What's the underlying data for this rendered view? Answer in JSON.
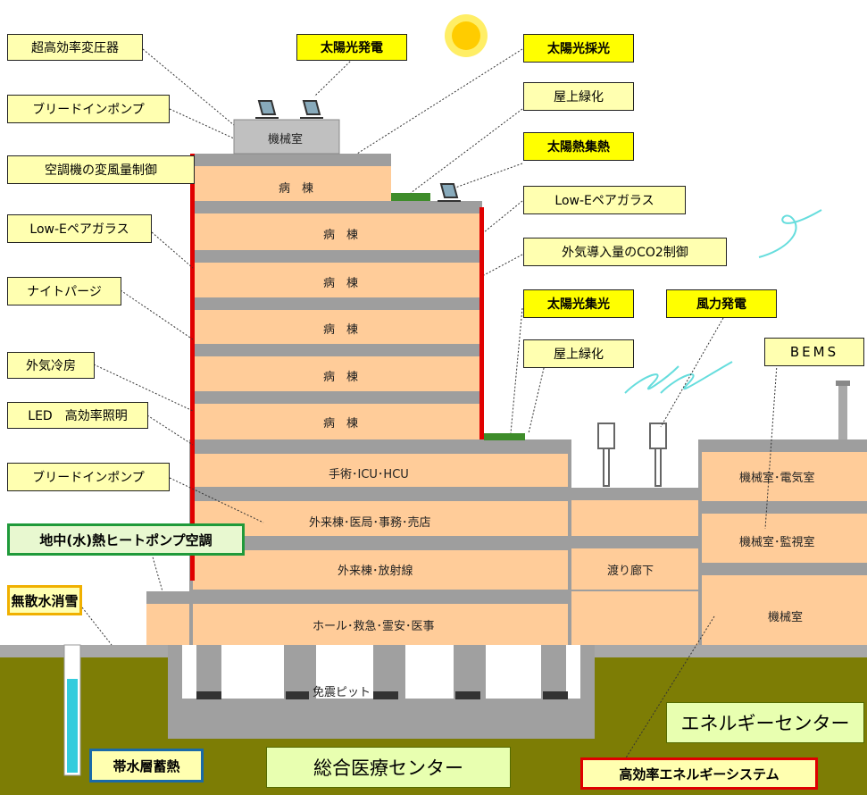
{
  "labels": {
    "transformer": "超高効率変圧器",
    "bleed_pump_top": "ブリードインポンプ",
    "vav_control": "空調機の変風量制御",
    "lowe_left": "Low-Eペアガラス",
    "night_purge": "ナイトパージ",
    "outdoor_cooling": "外気冷房",
    "led_lighting": "LED　高効率照明",
    "bleed_pump_mid": "ブリードインポンプ",
    "ground_heat_pump": "地中(水)熱ヒートポンプ空調",
    "snow_melting": "無散水消雪",
    "aquifer_storage": "帯水層蓄熱",
    "solar_power": "太陽光発電",
    "solar_daylight": "太陽光採光",
    "roof_greening_top": "屋上緑化",
    "solar_thermal": "太陽熱集熱",
    "lowe_right": "Low-Eペアガラス",
    "co2_control": "外気導入量のCO2制御",
    "solar_light_collection": "太陽光集光",
    "wind_power": "風力発電",
    "roof_greening_mid": "屋上緑化",
    "bems": "BEMS",
    "energy_center": "エネルギーセンター",
    "general_medical_center": "総合医療センター",
    "high_eff_energy_system": "高効率エネルギーシステム"
  },
  "floors": {
    "rooftop_machine": "機械室",
    "ward": "病　棟",
    "surgery": "手術･ICU･HCU",
    "outpatient_pharmacy": "外来棟･医局･事務･売店",
    "outpatient_radiology": "外来棟･放射線",
    "hall_emergency": "ホール･救急･霊安･医事",
    "corridor": "渡り廊下",
    "machine_electric": "機械室･電気室",
    "machine_monitor": "機械室･監視室",
    "machine": "機械室",
    "seismic_pit": "免震ピット"
  },
  "colors": {
    "floor_fill": "#ffcc99",
    "slab": "#9e9e9e",
    "ground": "#7d7d05",
    "glass_edge": "#e00000",
    "water": "#33ccdd",
    "label_fill": "#ffffb0",
    "label_bold_fill": "#ffff00"
  }
}
